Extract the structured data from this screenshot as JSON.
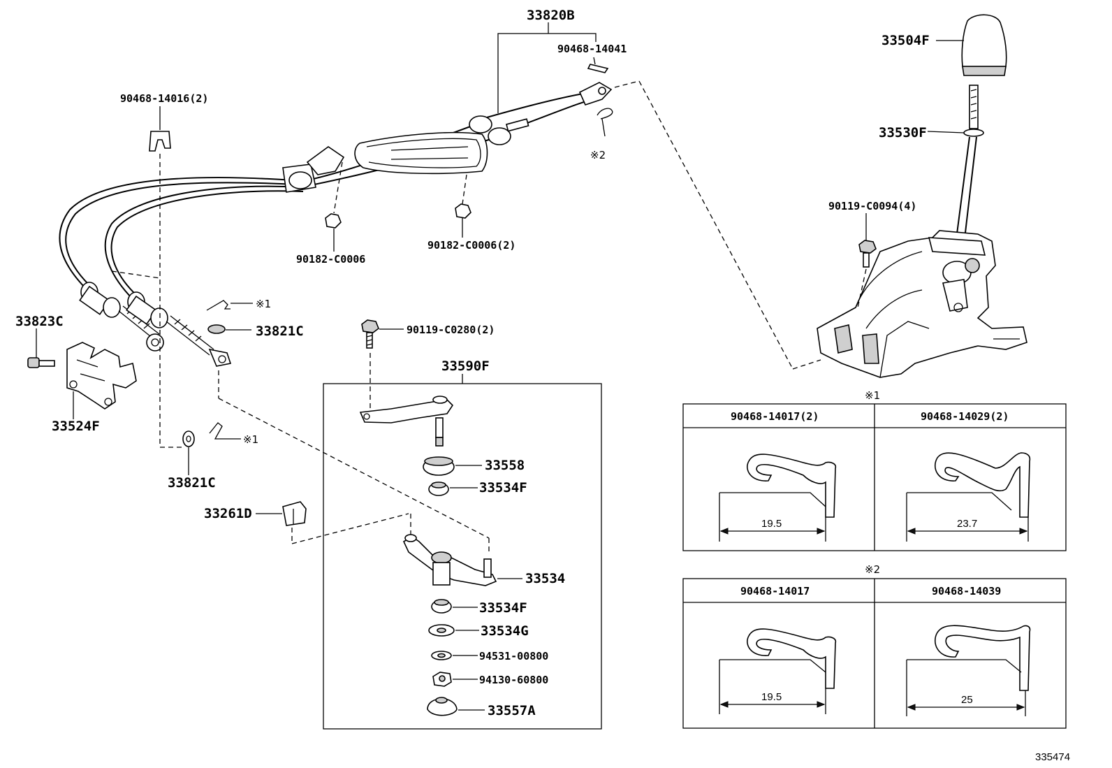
{
  "labels": {
    "p33820B": "33820B",
    "p90468_14041": "90468-14041",
    "p90468_14016": "90468-14016(2)",
    "mark2_top": "※2",
    "p33504F": "33504F",
    "p33530F": "33530F",
    "p90119_C0094": "90119-C0094(4)",
    "p90182_C0006": "90182-C0006",
    "p90182_C0006_2": "90182-C0006(2)",
    "mark1_a": "※1",
    "p33821C_a": "33821C",
    "p33823C": "33823C",
    "p33524F": "33524F",
    "p90119_C0280": "90119-C0280(2)",
    "p33590F": "33590F",
    "mark1_b": "※1",
    "p33821C_b": "33821C",
    "p33558": "33558",
    "p33534F_a": "33534F",
    "p33261D": "33261D",
    "p33534": "33534",
    "p33534F_b": "33534F",
    "p33534G": "33534G",
    "p94531_00800": "94531-00800",
    "p94130_60800": "94130-60800",
    "p33557A": "33557A",
    "figure_number": "335474"
  },
  "detail_tables": [
    {
      "marker": "※1",
      "columns": [
        {
          "part": "90468-14017(2)",
          "dimension": "19.5"
        },
        {
          "part": "90468-14029(2)",
          "dimension": "23.7"
        }
      ]
    },
    {
      "marker": "※2",
      "columns": [
        {
          "part": "90468-14017",
          "dimension": "19.5"
        },
        {
          "part": "90468-14039",
          "dimension": "25"
        }
      ]
    }
  ]
}
